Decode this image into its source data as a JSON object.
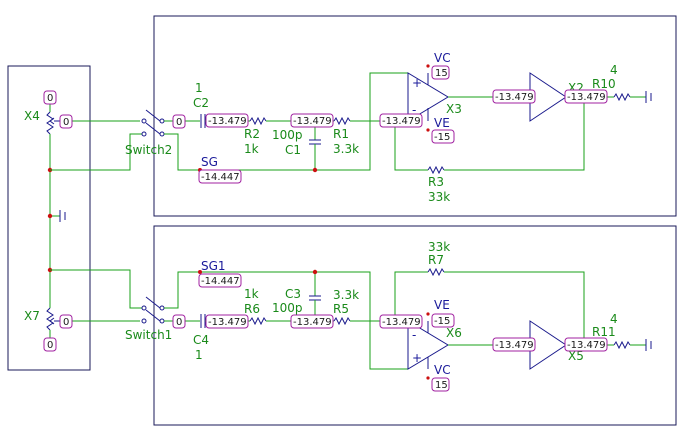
{
  "parts": {
    "X4": "X4",
    "X7": "X7",
    "switch2": "Switch2",
    "switch1": "Switch1",
    "C2": "C2",
    "C2_val": "1",
    "C4": "C4",
    "C4_val": "1",
    "R2": "R2",
    "R2_val": "1k",
    "R6": "R6",
    "R6_val": "1k",
    "C1": "C1",
    "C1_val": "100p",
    "C3": "C3",
    "C3_val": "100p",
    "R1": "R1",
    "R1_val": "3.3k",
    "R5": "R5",
    "R5_val": "3.3k",
    "R3": "R3",
    "R3_val": "33k",
    "R7": "R7",
    "R7_val": "33k",
    "X3": "X3",
    "X6": "X6",
    "X2": "X2",
    "X5": "X5",
    "R10": "R10",
    "R10_val": "4",
    "R11": "R11",
    "R11_val": "4",
    "SG": "SG",
    "SG1": "SG1",
    "VC": "VC",
    "VE": "VE"
  },
  "probes": {
    "x4_top": "0",
    "x4_wiper": "0",
    "x7_wiper": "0",
    "x7_bot": "0",
    "sw2_out": "0",
    "sw1_out": "0",
    "c2_out": "-13.479",
    "r2_out": "-13.479",
    "r1_out": "-13.479",
    "x3_vc": "15",
    "x3_ve": "-15",
    "x3_out": "-13.479",
    "x2_out": "-13.479",
    "sg": "-14.447",
    "sg1": "-14.447",
    "c4_out": "-13.479",
    "r6_out": "-13.479",
    "r5_out": "-13.479",
    "x6_ve": "-15",
    "x6_vc": "15",
    "x6_out": "-13.479",
    "x5_out": "-13.479"
  },
  "signs": {
    "plus": "+",
    "minus": "-"
  }
}
